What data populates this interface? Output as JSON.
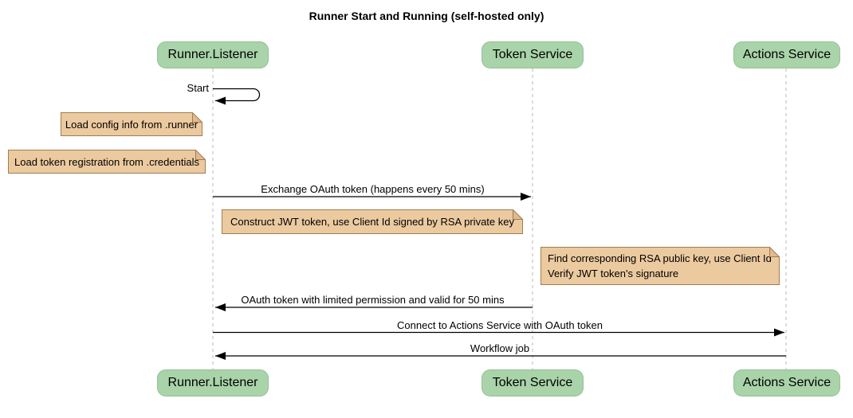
{
  "title": "Runner Start and Running (self-hosted only)",
  "actors": [
    {
      "name": "Runner.Listener"
    },
    {
      "name": "Token Service"
    },
    {
      "name": "Actions Service"
    }
  ],
  "messages": [
    {
      "label": "Start",
      "from": "Runner.Listener",
      "to": "Runner.Listener",
      "kind": "self"
    },
    {
      "label": "Exchange OAuth token (happens every 50 mins)",
      "from": "Runner.Listener",
      "to": "Token Service",
      "kind": "arrow"
    },
    {
      "label": "OAuth token with limited permission and valid for 50 mins",
      "from": "Token Service",
      "to": "Runner.Listener",
      "kind": "arrow"
    },
    {
      "label": "Connect to Actions Service with OAuth token",
      "from": "Runner.Listener",
      "to": "Actions Service",
      "kind": "arrow"
    },
    {
      "label": "Workflow job",
      "from": "Actions Service",
      "to": "Runner.Listener",
      "kind": "arrow"
    }
  ],
  "notes": [
    {
      "text": "Load config info from .runner",
      "position": "left of Runner.Listener"
    },
    {
      "text": "Load token registration from .credentials",
      "position": "left of Runner.Listener"
    },
    {
      "text": "Construct JWT token, use Client Id signed by RSA private key",
      "position": "over Runner.Listener to Token Service"
    },
    {
      "lines": [
        "Find corresponding RSA public key, use Client Id",
        "Verify JWT token's signature"
      ],
      "position": "right of Token Service"
    }
  ],
  "colors": {
    "background": "#ffffff",
    "actor_fill": "#a9d3a9",
    "actor_border": "#95c295",
    "note_fill": "#eccaa0",
    "note_border": "#a07d52",
    "note_fold": "#e2ba8e",
    "lifeline": "#b9b9b9",
    "arrow": "#000000",
    "text": "#000000"
  }
}
